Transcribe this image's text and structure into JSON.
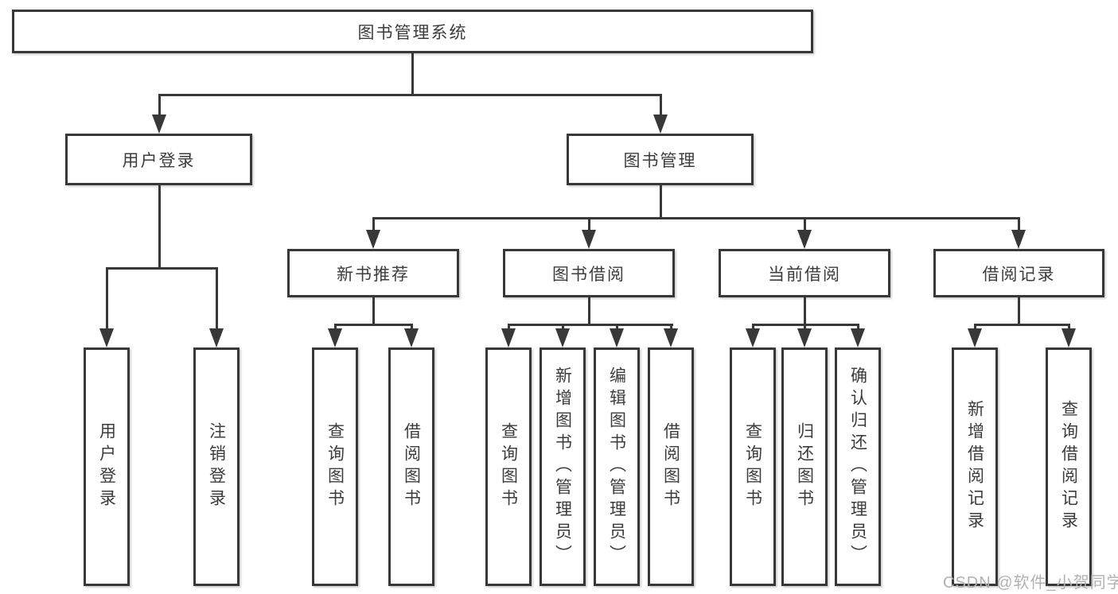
{
  "diagram": {
    "root": {
      "label": "图书管理系统"
    },
    "level2": [
      {
        "label": "用户登录"
      },
      {
        "label": "图书管理"
      }
    ],
    "level3": [
      {
        "label": "新书推荐"
      },
      {
        "label": "图书借阅"
      },
      {
        "label": "当前借阅"
      },
      {
        "label": "借阅记录"
      }
    ],
    "leaves": {
      "user_login": [
        "用户登录",
        "注销登录"
      ],
      "new_books": [
        "查询图书",
        "借阅图书"
      ],
      "book_borrow": [
        "查询图书",
        "新增图书（管理员）",
        "编辑图书（管理员）",
        "借阅图书"
      ],
      "current_borrow": [
        "查询图书",
        "归还图书",
        "确认归还（管理员）"
      ],
      "borrow_records": [
        "新增借阅记录",
        "查询借阅记录"
      ]
    },
    "watermark": "CSDN @软件_小贺同学",
    "colors": {
      "line": "#383838",
      "text": "#3c3c3c",
      "watermark": "#b2b2b2",
      "background": "#ffffff"
    }
  }
}
